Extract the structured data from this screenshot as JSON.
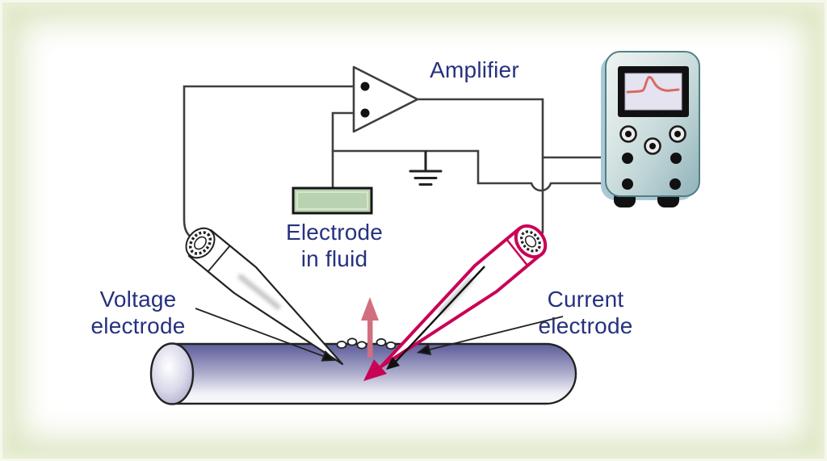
{
  "diagram": {
    "labels": {
      "amplifier": "Amplifier",
      "fluid_electrode": {
        "line1": "Electrode",
        "line2": "in fluid"
      },
      "voltage_electrode": {
        "line1": "Voltage",
        "line2": "electrode"
      },
      "current_electrode": {
        "line1": "Current",
        "line2": "electrode"
      }
    },
    "colors": {
      "label_text": "#26317f",
      "wire": "#3f3f3f",
      "current_electrode_outline": "#c90355",
      "stimulus_arrow": "#d0707e",
      "screen_trace": "#d96a64",
      "fluid_electrode_fill": "#b9d2af",
      "device_body": "#c2d6d7",
      "device_screen": "#e6e3f1",
      "axon_top": "#62629b",
      "axon_bottom": "#fafafc",
      "frame_border": "#dbe5c1"
    }
  }
}
